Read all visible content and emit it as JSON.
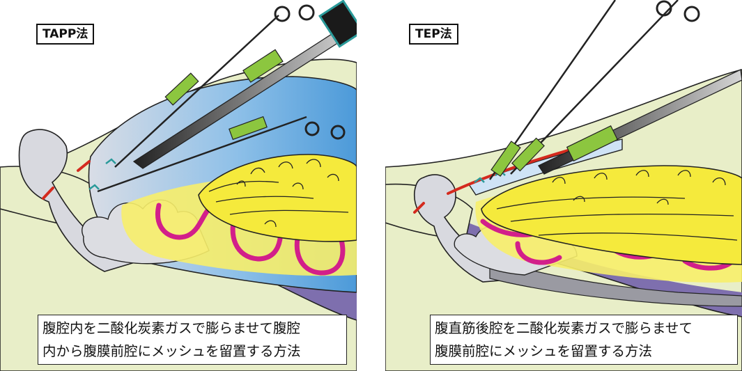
{
  "left_panel": {
    "tag": "TAPP法",
    "caption_line1": "腹腔内を二酸化炭素ガスで膨らませて腹腔",
    "caption_line2": "内から腹膜前腔にメッシュを留置する方法"
  },
  "right_panel": {
    "tag": "TEP法",
    "caption_line1": "腹直筋後腔を二酸化炭素ガスで膨らませて",
    "caption_line2": "腹膜前腔にメッシュを留置する方法"
  },
  "colors": {
    "skin": "#e8eec8",
    "cavity": "#d5d9e0",
    "gas_blue": "#5aa4e0",
    "fat_yellow": "#f7ee6a",
    "vessel_magenta": "#d21f8a",
    "instrument_green": "#8cc63f",
    "mesh_teal": "#2a9a9a",
    "vessel_red": "#d42a1e",
    "outline": "#222222"
  }
}
